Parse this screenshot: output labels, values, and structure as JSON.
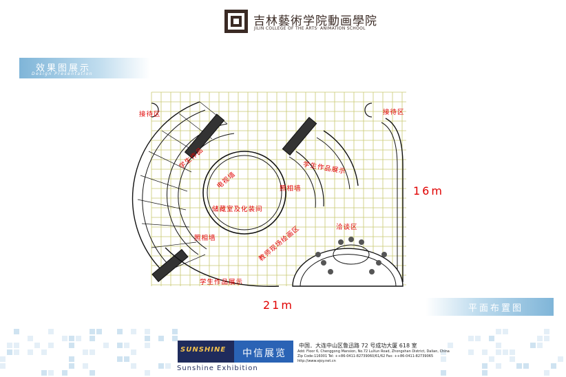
{
  "header": {
    "school_cn": "吉林藝術学院動画學院",
    "school_en": "JILIN COLLEGE OF THE ARTS· ANIMATION SCHOOL"
  },
  "section_left": {
    "title_cn": "效果图展示",
    "title_en": "Design Presentation"
  },
  "section_right": {
    "title_cn": "平面布置图"
  },
  "dimensions": {
    "width": "21m",
    "height": "16m"
  },
  "plan_labels": {
    "reception_left": "接待区",
    "reception_right": "接待区",
    "exhibit_top": "学生作品展示",
    "photo_wall_top": "照相墙",
    "tv_wall": "电视墙",
    "student_gallery_left": "学生作品",
    "storage": "储藏室及化装间",
    "photo_wall_left": "照相墙",
    "teacher_painting": "教师现场绘画区",
    "negotiation": "洽谈区",
    "exhibit_bottom": "学生作品展示"
  },
  "footer": {
    "brand_word": "SUNSHINE",
    "brand_cn": "中信展览",
    "brand_en": "Sunshine Exhibition",
    "address_cn": "中国．大连中山区鲁迅路 72 号成功大厦 618 室",
    "address_en": "Add: Floor 6, Chenggong Mansion, No.72 LuXun Road, Zhongshan District, Dalian, China",
    "zip_line": "Zip Code:116001  Tel: ++86-0411-82739060/61/62 Fax: ++86-0411-82739065",
    "web": "http://www.ejoy.net.cn"
  },
  "colors": {
    "label_red": "#e00000",
    "grid_green": "#c8c870",
    "banner_blue": "#7fb5d8",
    "brand_navy": "#1f2b5c"
  }
}
